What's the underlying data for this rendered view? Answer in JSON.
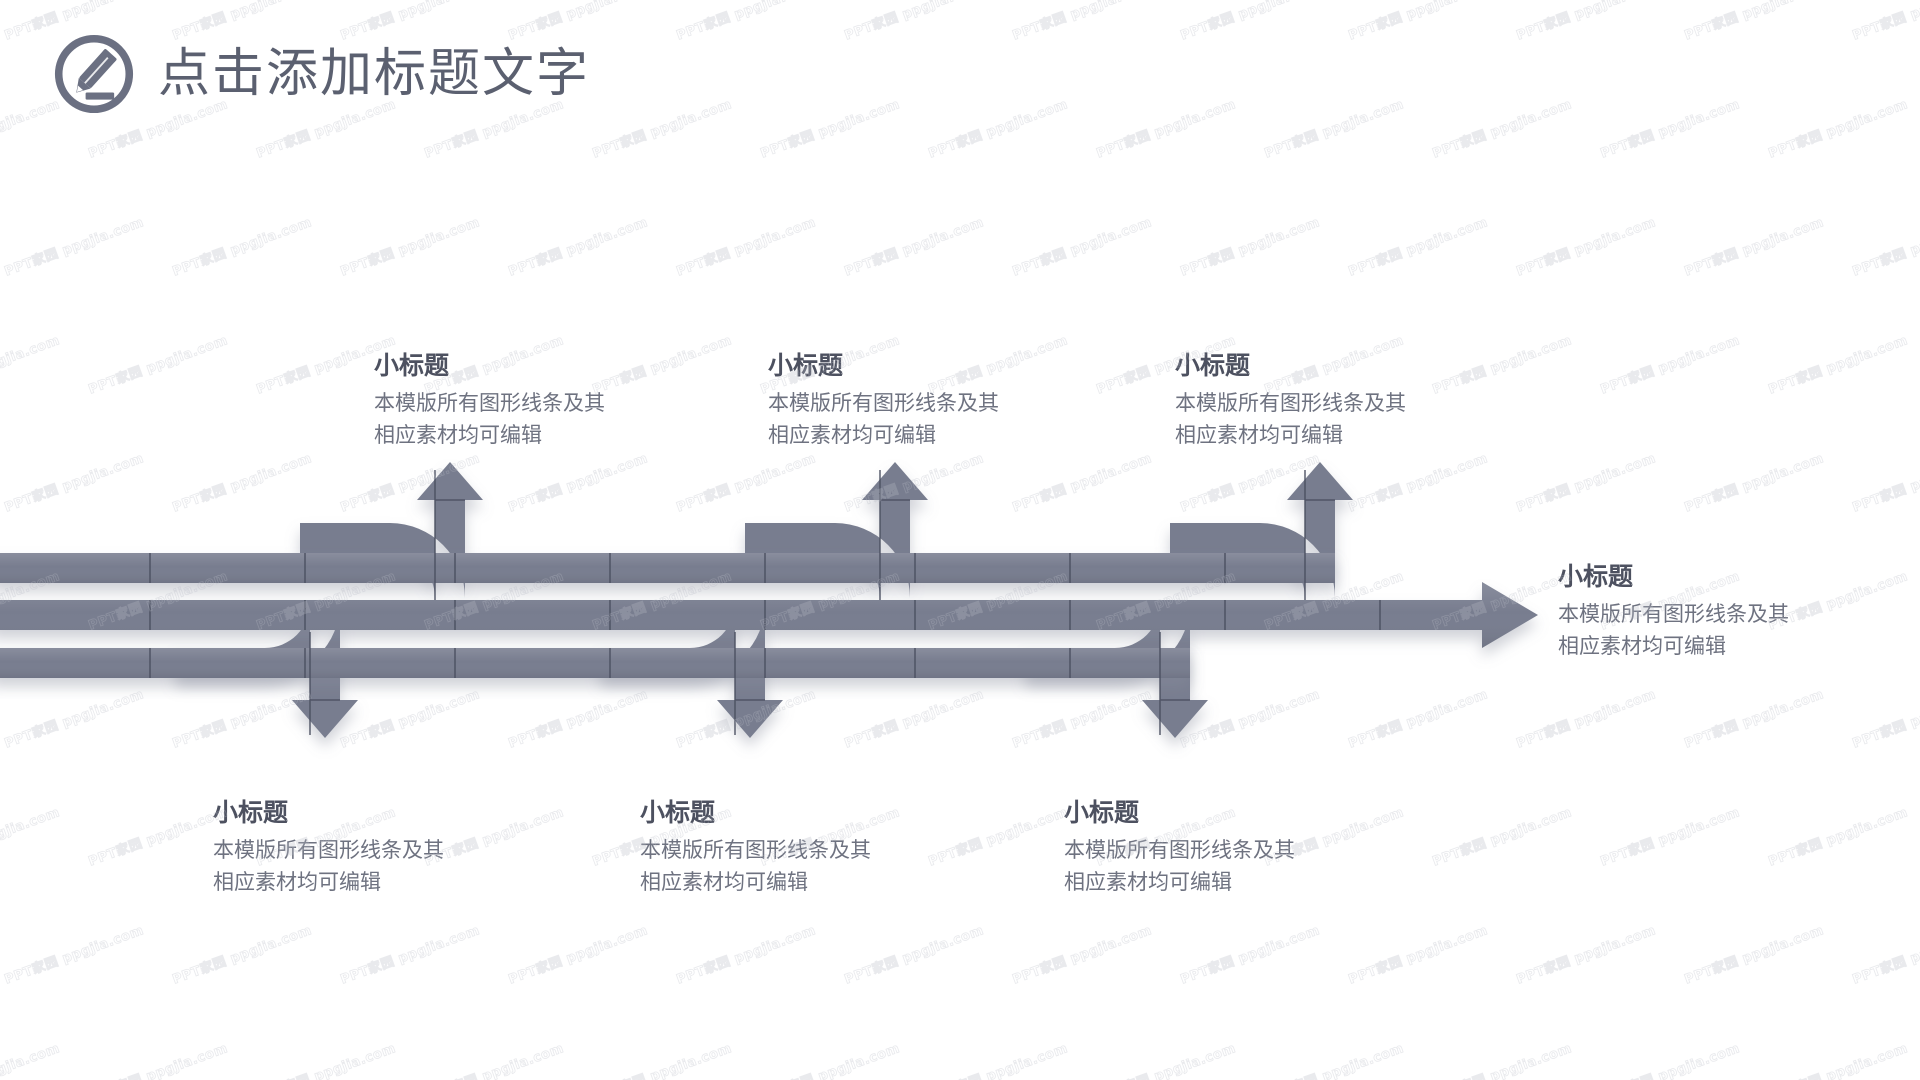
{
  "header": {
    "icon": "pencil-circle-icon",
    "title": "点击添加标题文字"
  },
  "theme": {
    "arrow_color": "#787d8f",
    "arrow_color_dark": "#6e7386",
    "divider_color": "#4a4f60",
    "title_color": "#5b6070",
    "heading_color": "#4d5160",
    "body_color": "#6e7280",
    "background": "#ffffff"
  },
  "watermark": {
    "text": "PPT家园 ppgjia.com"
  },
  "callouts": [
    {
      "id": "up-1",
      "heading": "小标题",
      "line1": "本模版所有图形线条及其",
      "line2": "相应素材均可编辑"
    },
    {
      "id": "up-2",
      "heading": "小标题",
      "line1": "本模版所有图形线条及其",
      "line2": "相应素材均可编辑"
    },
    {
      "id": "up-3",
      "heading": "小标题",
      "line1": "本模版所有图形线条及其",
      "line2": "相应素材均可编辑"
    },
    {
      "id": "right",
      "heading": "小标题",
      "line1": "本模版所有图形线条及其",
      "line2": "相应素材均可编辑"
    },
    {
      "id": "down-1",
      "heading": "小标题",
      "line1": "本模版所有图形线条及其",
      "line2": "相应素材均可编辑"
    },
    {
      "id": "down-2",
      "heading": "小标题",
      "line1": "本模版所有图形线条及其",
      "line2": "相应素材均可编辑"
    },
    {
      "id": "down-3",
      "heading": "小标题",
      "line1": "本模版所有图形线条及其",
      "line2": "相应素材均可编辑"
    }
  ]
}
